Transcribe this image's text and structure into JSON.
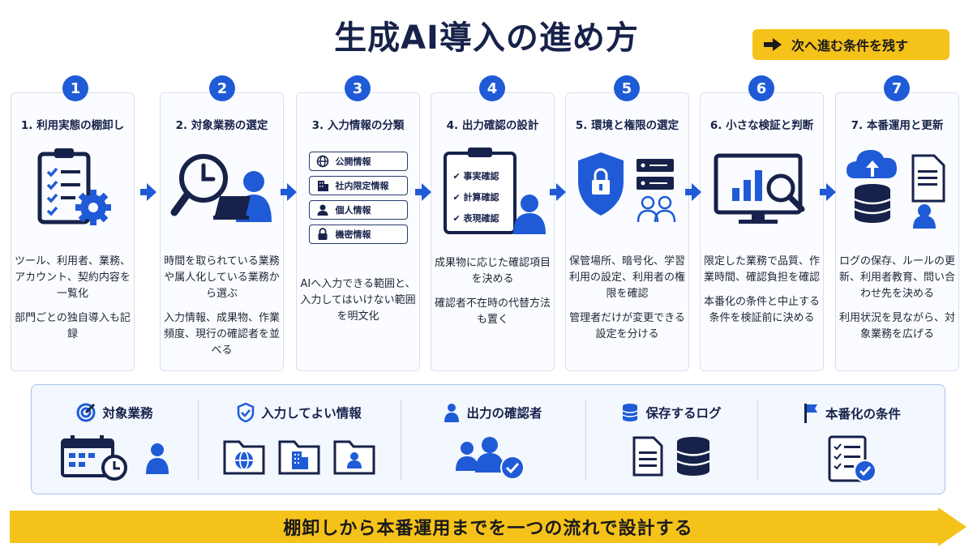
{
  "title": "生成AI導入の進め方",
  "tag_label": "次へ進む条件を残す",
  "steps": [
    {
      "num": "1",
      "title": "1. 利用実態の棚卸し",
      "text": [
        "ツール、利用者、業務、アカウント、契約内容を一覧化",
        "部門ごとの独自導入も記録"
      ]
    },
    {
      "num": "2",
      "title": "2. 対象業務の選定",
      "text": [
        "時間を取られている業務や属人化している業務から選ぶ",
        "入力情報、成果物、作業頻度、現行の確認者を並べる"
      ]
    },
    {
      "num": "3",
      "title": "3. 入力情報の分類",
      "chips": [
        "公開情報",
        "社内限定情報",
        "個人情報",
        "機密情報"
      ],
      "text": [
        "AIへ入力できる範囲と、入力してはいけない範囲を明文化"
      ]
    },
    {
      "num": "4",
      "title": "4. 出力確認の設計",
      "checklist": [
        "事実確認",
        "計算確認",
        "表現確認"
      ],
      "text": [
        "成果物に応じた確認項目を決める",
        "確認者不在時の代替方法も置く"
      ]
    },
    {
      "num": "5",
      "title": "5. 環境と権限の選定",
      "text": [
        "保管場所、暗号化、学習利用の設定、利用者の権限を確認",
        "管理者だけが変更できる設定を分ける"
      ]
    },
    {
      "num": "6",
      "title": "6. 小さな検証と判断",
      "text": [
        "限定した業務で品質、作業時間、確認負担を確認",
        "本番化の条件と中止する条件を検証前に決める"
      ]
    },
    {
      "num": "7",
      "title": "7. 本番運用と更新",
      "text": [
        "ログの保存、ルールの更新、利用者教育、問い合わせ先を決める",
        "利用状況を見ながら、対象業務を広げる"
      ]
    }
  ],
  "bottom": [
    {
      "label": "対象業務",
      "icon": "target-icon"
    },
    {
      "label": "入力してよい情報",
      "icon": "shield-check-icon"
    },
    {
      "label": "出力の確認者",
      "icon": "user-icon"
    },
    {
      "label": "保存するログ",
      "icon": "database-icon"
    },
    {
      "label": "本番化の条件",
      "icon": "flag-icon"
    }
  ],
  "banner": "棚卸しから本番運用までを一つの流れで設計する",
  "colors": {
    "accent": "#1f5bd6",
    "navy": "#17224a",
    "yellow": "#f5c21a"
  }
}
